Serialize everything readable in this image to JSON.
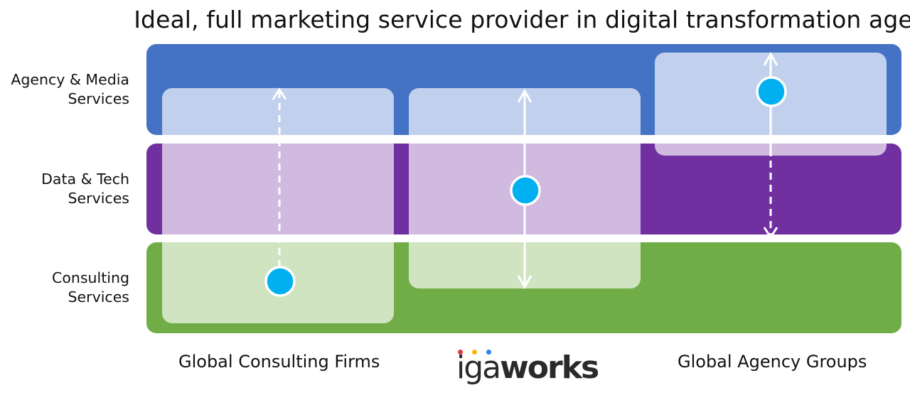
{
  "title": "Ideal, full marketing service provider in digital transformation age",
  "rows": [
    {
      "label": "Agency & Media\nServices",
      "color": "#4472C4"
    },
    {
      "label": "Data & Tech\nServices",
      "color": "#7030A0"
    },
    {
      "label": "Consulting\nServices",
      "color": "#70AD47"
    }
  ],
  "columns": {
    "left_label": "Global Consulting Firms",
    "right_label": "Global Agency Groups"
  },
  "logo": {
    "light_text": "iga",
    "bold_text": "works",
    "dot_colors": [
      "#E03A3A",
      "#F5B800",
      "#2F80ED"
    ]
  },
  "marker_color": "#00B0F0"
}
